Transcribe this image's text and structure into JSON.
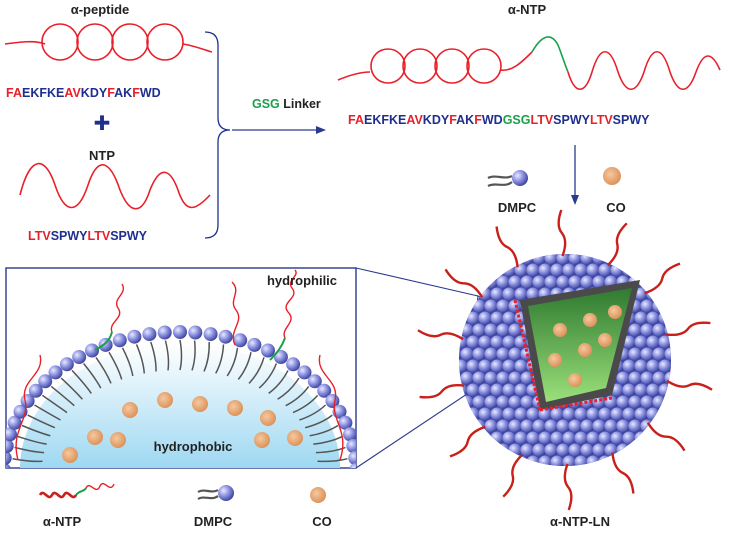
{
  "top_left": {
    "peptide_title": "α-peptide",
    "peptide_sequence": [
      {
        "t": "FA",
        "c": "red"
      },
      {
        "t": "EKF",
        "c": "blue"
      },
      {
        "t": "K",
        "c": "blue"
      },
      {
        "t": "E",
        "c": "blue"
      },
      {
        "t": "AV",
        "c": "red"
      },
      {
        "t": "KDY",
        "c": "blue"
      },
      {
        "t": "F",
        "c": "red"
      },
      {
        "t": "AK",
        "c": "blue"
      },
      {
        "t": "F",
        "c": "red"
      },
      {
        "t": "WD",
        "c": "blue"
      }
    ],
    "plus_symbol": "✚",
    "ntp_title": "NTP",
    "ntp_sequence": [
      {
        "t": "LTV",
        "c": "red"
      },
      {
        "t": "SPWY",
        "c": "blue"
      },
      {
        "t": "LTV",
        "c": "red"
      },
      {
        "t": "SPWY",
        "c": "blue"
      }
    ]
  },
  "linker": {
    "highlight": "GSG",
    "label": " Linker"
  },
  "top_right": {
    "title": "α-NTP",
    "sequence": [
      {
        "t": "FA",
        "c": "red"
      },
      {
        "t": "EKF",
        "c": "blue"
      },
      {
        "t": "KE",
        "c": "blue"
      },
      {
        "t": "AV",
        "c": "red"
      },
      {
        "t": "KDY",
        "c": "blue"
      },
      {
        "t": "F",
        "c": "red"
      },
      {
        "t": "AK",
        "c": "blue"
      },
      {
        "t": "F",
        "c": "red"
      },
      {
        "t": "WD",
        "c": "blue"
      },
      {
        "t": "GSG",
        "c": "green"
      },
      {
        "t": "LTV",
        "c": "red"
      },
      {
        "t": "SPWY",
        "c": "blue"
      },
      {
        "t": "LTV",
        "c": "red"
      },
      {
        "t": "SPWY",
        "c": "blue"
      }
    ],
    "dmpc_label": "DMPC",
    "co_label": "CO"
  },
  "inset": {
    "hydrophilic": "hydrophilic",
    "hydrophobic": "hydrophobic"
  },
  "legend": {
    "antp": "α-NTP",
    "dmpc": "DMPC",
    "co": "CO"
  },
  "nanoparticle_label": "α-NTP-LN",
  "colors": {
    "red": "#e8202a",
    "blue": "#1f2f8f",
    "green": "#1aa04a",
    "sphere": "#7f86d8",
    "co": "#e0a070",
    "arrow": "#2a3a8c"
  }
}
